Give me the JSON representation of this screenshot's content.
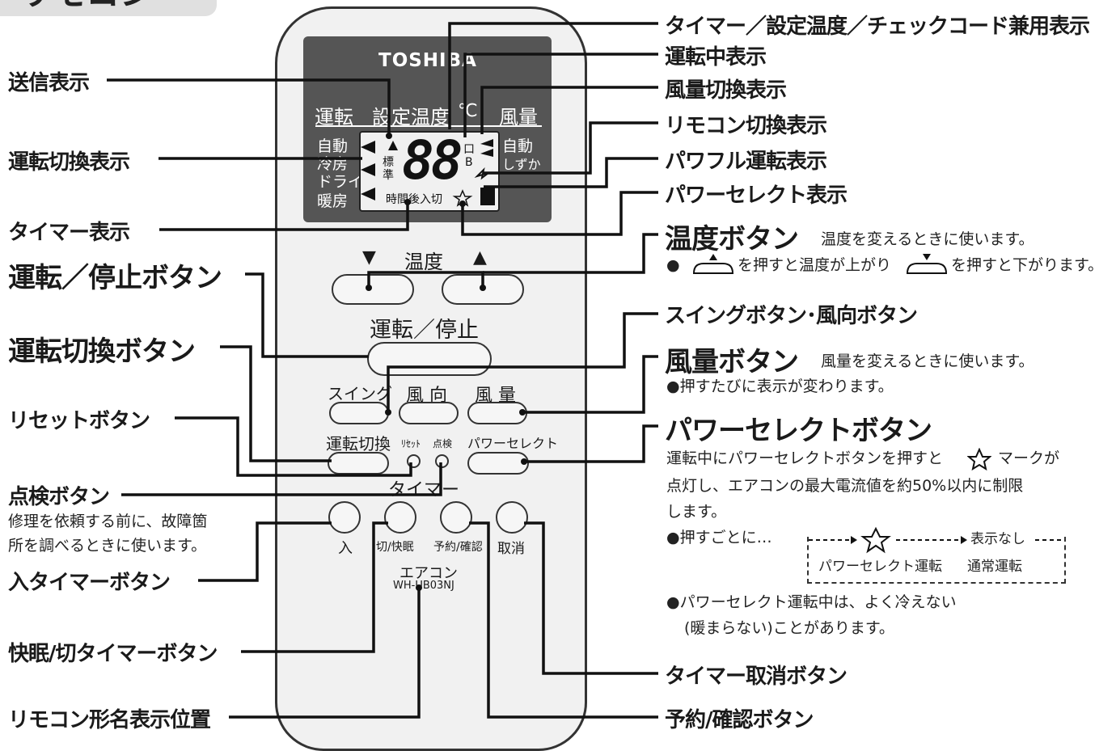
{
  "title": "リモコン",
  "brand": "TOSHIBA",
  "display": {
    "header": [
      "運転",
      "設定温度",
      "℃",
      "風量"
    ],
    "mode_right": [
      "自動",
      "しずか"
    ],
    "mode_left": [
      "自動",
      "冷房",
      "ドライ",
      "暖房"
    ],
    "digits": "88",
    "hyojun": "標準",
    "timer_row": "時間後入切",
    "icon_chars": [
      "口",
      "B"
    ]
  },
  "remote": {
    "temp_label": "温度",
    "temp_down_symbol": "▼",
    "temp_up_symbol": "▲",
    "power_label": "運転／停止",
    "swing_label": "スイング",
    "direction_label": "風 向",
    "fan_label": "風 量",
    "mode_label": "運転切換",
    "reset_label": "ﾘｾｯﾄ",
    "check_label": "点検",
    "power_select_label": "パワーセレクト",
    "timer_label": "タイマー",
    "on_label": "入",
    "off_sleep_label": "切/快眠",
    "reserve_label": "予約/確認",
    "cancel_label": "取消",
    "model_name": "エアコン",
    "model_code": "WH-UB03NJ"
  },
  "callouts_left": [
    "送信表示",
    "運転切換表示",
    "タイマー表示",
    "運転／停止ボタン",
    "運転切換ボタン",
    "リセットボタン",
    "点検ボタン",
    "入タイマーボタン",
    "快眠/切タイマーボタン",
    "リモコン形名表示位置"
  ],
  "check_desc": [
    "修理を依頼する前に、故障箇",
    "所を調べるときに使います。"
  ],
  "callouts_right": [
    "タイマー／設定温度／チェックコード兼用表示",
    "運転中表示",
    "風量切換表示",
    "リモコン切換表示",
    "パワフル運転表示",
    "パワーセレクト表示",
    "スイングボタン･風向ボタン",
    "タイマー取消ボタン",
    "予約/確認ボタン"
  ],
  "temp_button": {
    "title": "温度ボタン",
    "desc": "温度を変えるときに使います。",
    "note_bullet": "●",
    "note_a": "を押すと温度が上がり",
    "note_b": "を押すと下がります。"
  },
  "fan_button": {
    "title": "風量ボタン",
    "desc": "風量を変えるときに使います。",
    "note": "●押すたびに表示が変わります。"
  },
  "power_select": {
    "title": "パワーセレクトボタン",
    "line1a": "運転中にパワーセレクトボタンを押すと",
    "line1b": "マークが",
    "line2": "点灯し、エアコンの最大電流値を約50%以内に制限",
    "line3": "します。",
    "cycle_intro": "●押すごとに…",
    "cycle_end": "表示なし",
    "mode_a": "パワーセレクト運転",
    "mode_b": "通常運転",
    "warn1": "●パワーセレクト運転中は、よく冷えない",
    "warn2": "(暖まらない)ことがあります。"
  }
}
